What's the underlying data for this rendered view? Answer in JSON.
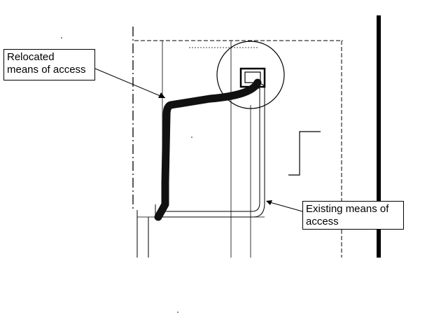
{
  "annotations": {
    "relocated": {
      "line1": "Relocated",
      "line2": "means of access"
    },
    "existing": {
      "line1": "Existing means of",
      "line2": "access"
    }
  },
  "colors": {
    "ink": "#000000",
    "relocated_path": "#111111",
    "background": "#ffffff"
  }
}
